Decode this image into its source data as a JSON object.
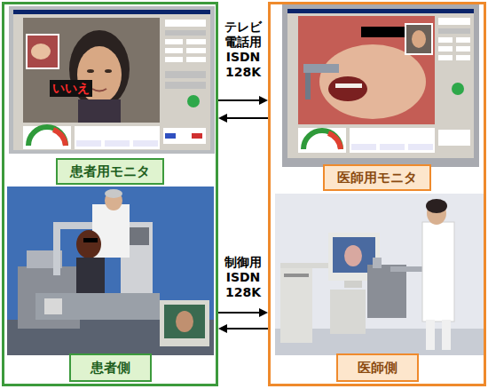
{
  "diagram": {
    "nodes": [
      {
        "text": [
          "患者側"
        ]
      },
      {
        "text": [
          "患者用モニタ"
        ],
        "in": 0
      },
      {
        "text": [
          "医師側"
        ]
      },
      {
        "text": [
          "医師用モニタ"
        ],
        "in": 2
      }
    ],
    "edges": [
      {
        "from": 0,
        "to": 2,
        "arrow": "to",
        "label": "テレビ 電話用 ISDN 128K"
      },
      {
        "from": 2,
        "to": 0,
        "arrow": "to"
      },
      {
        "from": 0,
        "to": 2,
        "arrow": "to",
        "label": "制御用 ISDN 128K"
      },
      {
        "from": 2,
        "to": 0,
        "arrow": "to"
      }
    ],
    "labels": [
      "いいえ"
    ]
  }
}
